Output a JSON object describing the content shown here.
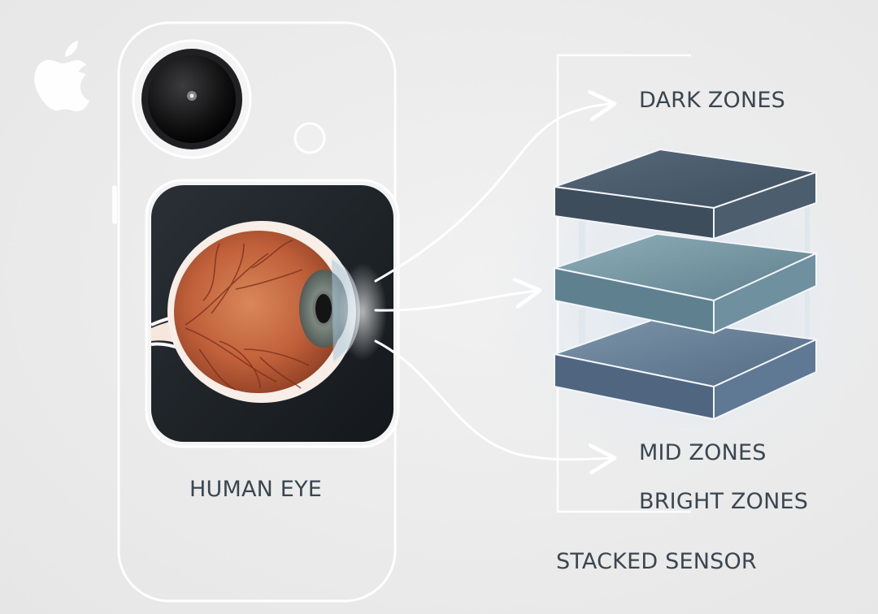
{
  "labels": {
    "human_eye": "HUMAN EYE",
    "dark_zones": "DARK ZONES",
    "mid_zones": "MID ZONES",
    "bright_zones": "BRIGHT ZONES",
    "stacked_sensor": "STACKED SENSOR"
  },
  "icons": {
    "brand_logo": "apple-logo-icon",
    "camera_lens": "camera-lens-icon",
    "flash": "flash-icon",
    "eye": "eye-cross-section-icon",
    "arrow": "arrow-right-icon"
  },
  "colors": {
    "background": "#ebebeb",
    "phone_outline": "#ffffff",
    "text": "#3a4650",
    "eyeball": "#c9683e",
    "iris": "#6f7a74",
    "layer_top": "#4a5a68",
    "layer_mid": "#6f8f9b",
    "layer_bottom": "#5f7890",
    "glow": "#dfe8f2"
  }
}
